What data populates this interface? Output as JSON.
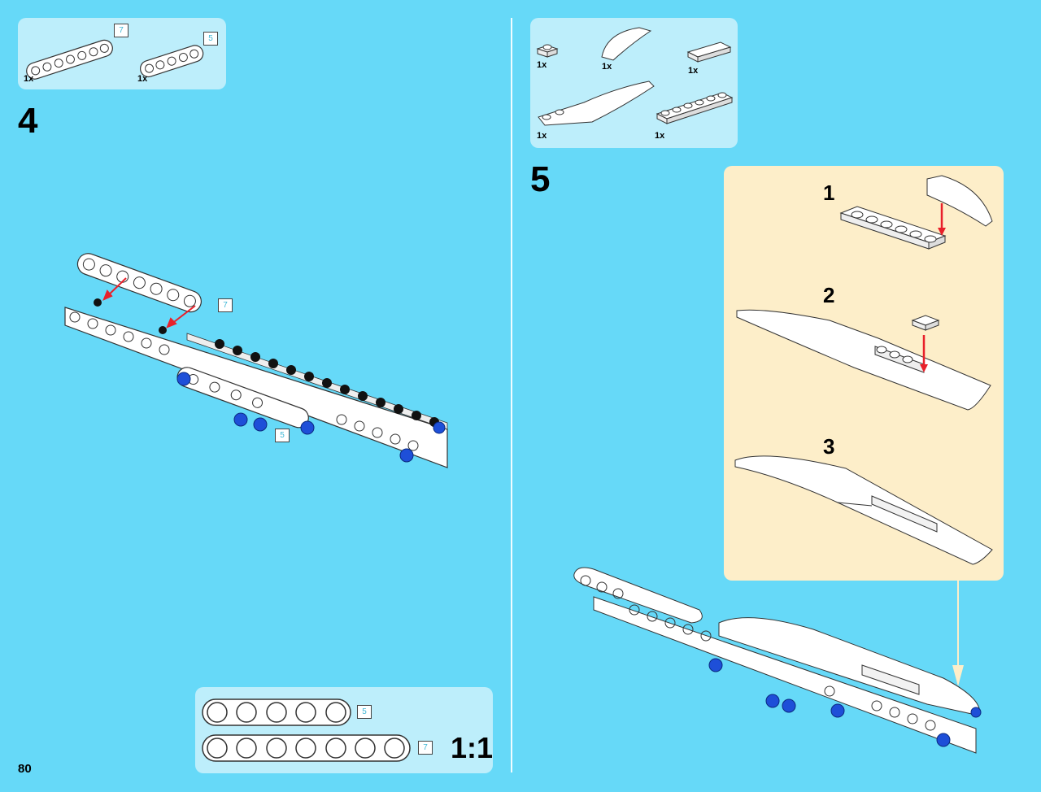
{
  "page_number": "80",
  "left": {
    "step_number": "4",
    "parts": [
      {
        "qty": "1x",
        "length": "7",
        "icon": "technic-beam-7-icon"
      },
      {
        "qty": "1x",
        "length": "5",
        "icon": "technic-beam-5-icon"
      }
    ],
    "assembly_tags": [
      "7",
      "5"
    ],
    "scale_box": {
      "label": "1:1",
      "beams": [
        {
          "length": "5"
        },
        {
          "length": "7"
        }
      ]
    }
  },
  "right": {
    "step_number": "5",
    "parts": [
      {
        "qty": "1x",
        "icon": "plate-1x1-icon"
      },
      {
        "qty": "1x",
        "icon": "curved-slope-icon"
      },
      {
        "qty": "1x",
        "icon": "tile-1x2-icon"
      },
      {
        "qty": "1x",
        "icon": "curved-wing-plate-icon"
      },
      {
        "qty": "1x",
        "icon": "plate-1x6-icon"
      }
    ],
    "substeps": [
      "1",
      "2",
      "3"
    ]
  },
  "colors": {
    "background": "#66d9f8",
    "parts_box": "#bdeefb",
    "callout": "#fdeec9",
    "arrow": "#e8202a",
    "pin_blue": "#1e4fd8"
  }
}
